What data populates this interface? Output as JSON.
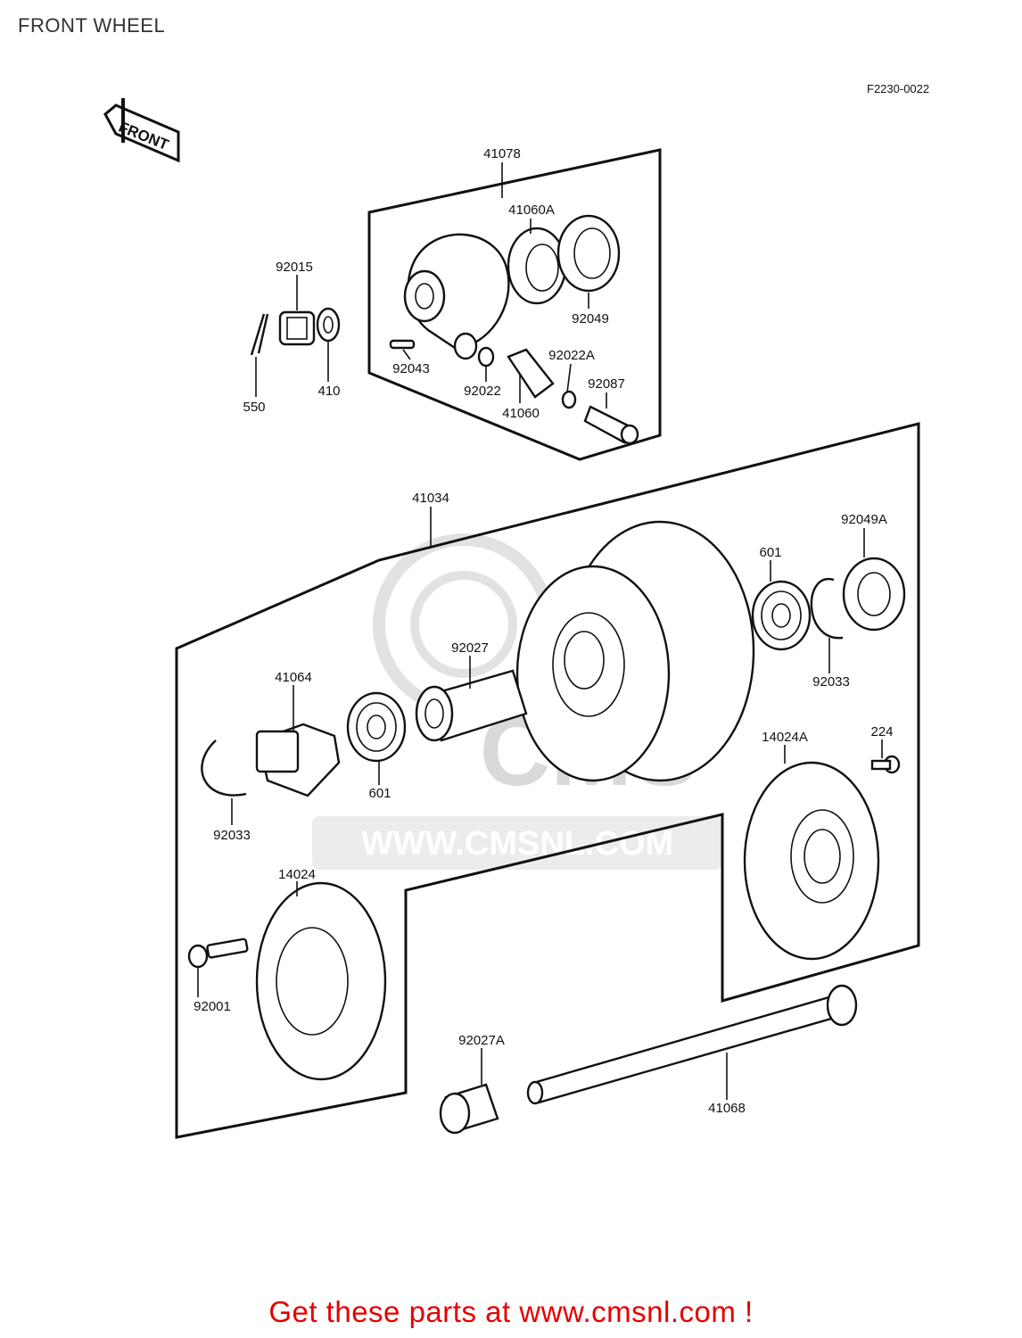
{
  "page": {
    "title": "FRONT WHEEL",
    "diagram_code": "F2230-0022",
    "cta": "Get these parts at www.cmsnl.com !"
  },
  "front_marker": "FRONT",
  "watermark": {
    "brand": "CMS",
    "url": "WWW.CMSNL.COM"
  },
  "parts": {
    "p41078": "41078",
    "p41060A": "41060A",
    "p92015": "92015",
    "p92049": "92049",
    "p550": "550",
    "p410": "410",
    "p92043": "92043",
    "p92022": "92022",
    "p92022A": "92022A",
    "p92087": "92087",
    "p41060": "41060",
    "p41034": "41034",
    "p92049A": "92049A",
    "p601_right": "601",
    "p92027": "92027",
    "p92033_right": "92033",
    "p41064": "41064",
    "p224": "224",
    "p14024A": "14024A",
    "p601_left": "601",
    "p92033_left": "92033",
    "p14024": "14024",
    "p92001": "92001",
    "p92027A": "92027A",
    "p41068": "41068"
  }
}
